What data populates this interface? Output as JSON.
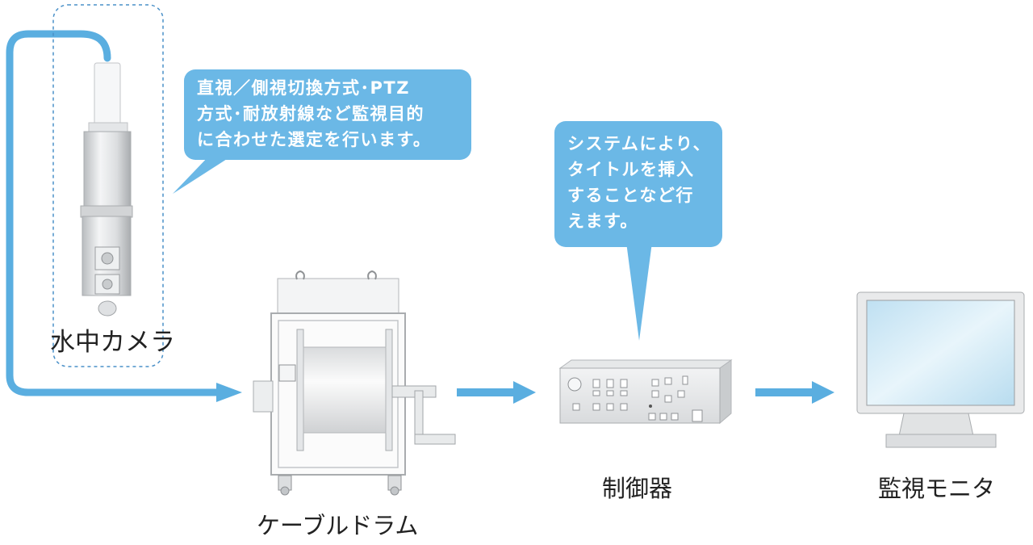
{
  "colors": {
    "flow": "#5aaee0",
    "bubble": "#6bb8e6",
    "dashed": "#4a90c8",
    "text": "#222222",
    "bubble_text": "#ffffff"
  },
  "camera": {
    "label": "水中カメラ"
  },
  "drum": {
    "label": "ケーブルドラム"
  },
  "controller": {
    "label": "制御器"
  },
  "monitor": {
    "label": "監視モニタ"
  },
  "bubble_camera": {
    "lines": [
      "直視／側視切換方式･PTZ",
      "方式･耐放射線など監視目的",
      "に合わせた選定を行います。"
    ]
  },
  "bubble_controller": {
    "lines": [
      "システムにより、",
      "タイトルを挿入",
      "することなど行",
      "えます。"
    ]
  }
}
